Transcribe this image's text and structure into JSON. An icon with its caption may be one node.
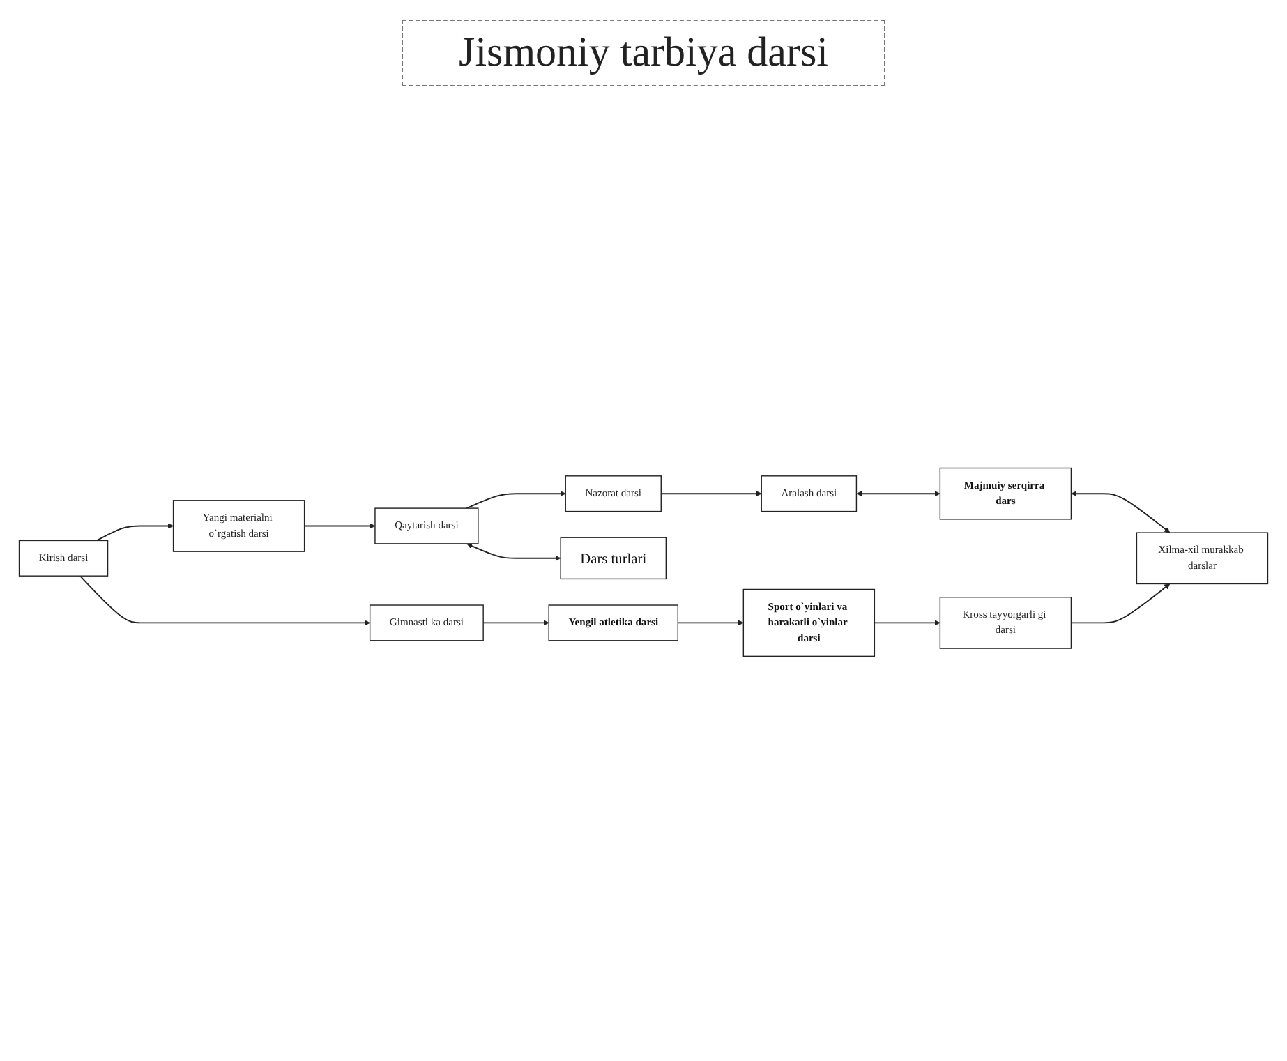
{
  "diagram": {
    "title": "Jismoniy tarbiya darsi",
    "nodes": [
      {
        "text": [
          "Kirish darsi"
        ]
      },
      {
        "text": [
          "Yangi materialni o`rgatish darsi"
        ]
      },
      {
        "text": [
          "Qaytarish darsi"
        ]
      },
      {
        "text": [
          "Nazorat darsi"
        ]
      },
      {
        "text": [
          "Aralash darsi"
        ]
      },
      {
        "text": [
          "Dars turlari"
        ]
      },
      {
        "text": [
          "Majmuiy serqirra dars"
        ]
      },
      {
        "text": [
          "Gimnasti ka darsi"
        ]
      },
      {
        "text": [
          "Yengil atletika darsi"
        ]
      },
      {
        "text": [
          "Sport o`yinlari va harakatli o`yinlar darsi"
        ]
      },
      {
        "text": [
          "Kross tayyorgarli gi darsi"
        ]
      },
      {
        "text": [
          "Xilma-xil murakkab darslar"
        ]
      }
    ],
    "edges": [
      {
        "from": 0,
        "to": 1,
        "arrow": "to"
      },
      {
        "from": 1,
        "to": 2,
        "arrow": "to"
      },
      {
        "from": 2,
        "to": 3,
        "arrow": "to"
      },
      {
        "from": 3,
        "to": 4,
        "arrow": "to"
      },
      {
        "from": 2,
        "to": 5,
        "arrow": "both"
      },
      {
        "from": 4,
        "to": 6,
        "arrow": "both"
      },
      {
        "from": 6,
        "to": 11,
        "arrow": "both"
      },
      {
        "from": 0,
        "to": 7,
        "arrow": "to"
      },
      {
        "from": 7,
        "to": 8,
        "arrow": "to"
      },
      {
        "from": 8,
        "to": 9,
        "arrow": "to"
      },
      {
        "from": 9,
        "to": 10,
        "arrow": "to"
      },
      {
        "from": 10,
        "to": 11,
        "arrow": "to"
      }
    ]
  }
}
